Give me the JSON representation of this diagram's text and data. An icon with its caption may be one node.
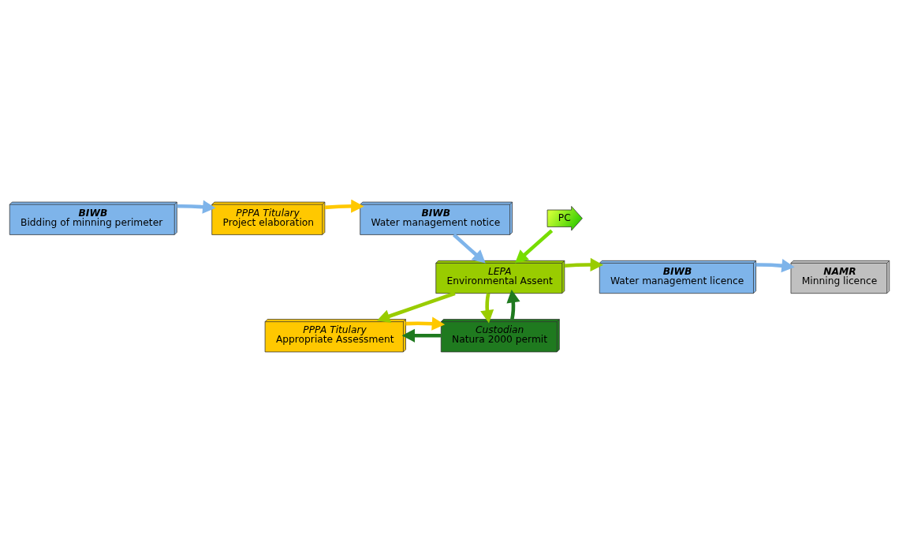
{
  "diagram": {
    "nodes": [
      {
        "text": [
          "BIWB",
          "Bidding of minning perimeter"
        ]
      },
      {
        "text": [
          "PPPA Titulary",
          "Project elaboration"
        ]
      },
      {
        "text": [
          "BIWB",
          "Water management notice"
        ]
      },
      {
        "text": [
          "PC"
        ]
      },
      {
        "text": [
          "NAMR",
          "Minning licence"
        ]
      },
      {
        "text": [
          "BIWB",
          "Water management licence"
        ]
      },
      {
        "text": [
          "LEPA",
          "Environmental Assent"
        ]
      },
      {
        "text": [
          "PPPA Titulary",
          "Appropriate Assessment"
        ]
      },
      {
        "text": [
          "Custodian",
          "Natura 2000 permit"
        ]
      }
    ],
    "edges": [
      {
        "from": 0,
        "to": 1,
        "arrow": "to"
      },
      {
        "from": 1,
        "to": 2,
        "arrow": "to",
        "color": "#ffc800"
      },
      {
        "from": 2,
        "to": 6,
        "arrow": "to"
      },
      {
        "from": 3,
        "to": 6,
        "arrow": "to",
        "color": "#77dd00"
      },
      {
        "from": 6,
        "to": 5,
        "arrow": "to",
        "color": "#99cc00"
      },
      {
        "from": 5,
        "to": 4,
        "arrow": "to"
      },
      {
        "from": 6,
        "to": 7,
        "arrow": "to",
        "color": "#99cc00"
      },
      {
        "from": 6,
        "to": 8,
        "arrow": "to",
        "color": "#99cc00"
      },
      {
        "from": 8,
        "to": 6,
        "arrow": "to",
        "color": "#1f7a1f"
      },
      {
        "from": 8,
        "to": 7,
        "arrow": "to",
        "color": "#1f7a1f"
      },
      {
        "from": 7,
        "to": 8,
        "arrow": "to",
        "color": "#ffc800"
      }
    ]
  }
}
